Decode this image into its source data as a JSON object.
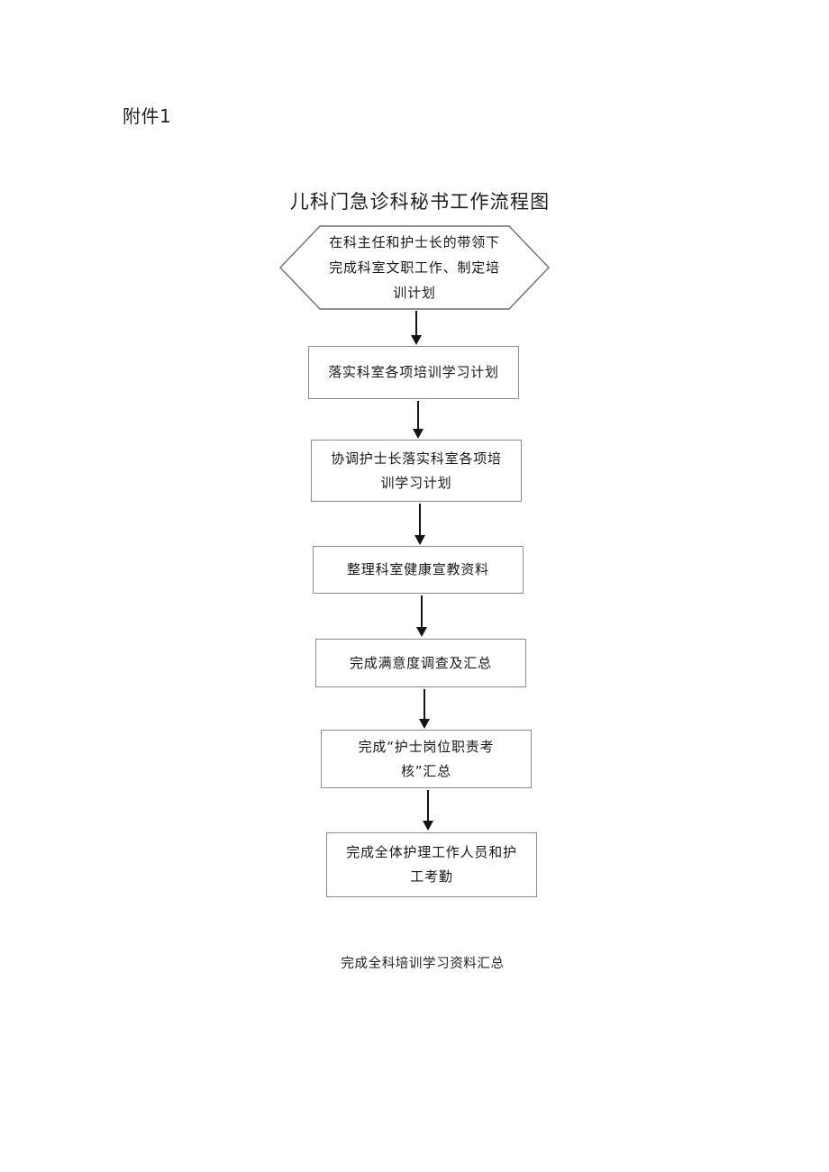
{
  "document": {
    "attachment_label": "附件1",
    "title": "儿科门急诊科秘书工作流程图",
    "footer_note": "完成全科培训学习资料汇总"
  },
  "theme": {
    "page_background": "#ffffff",
    "text_color": "#181818",
    "node_border_color": "#8b8b8b",
    "connector_color": "#141414"
  },
  "flowchart": {
    "type": "flowchart",
    "orientation": "vertical-top-down",
    "nodes": [
      {
        "id": "n1",
        "shape": "hexagon",
        "text": "在科主任和护士长的带领下完成科室文职工作、制定培训计划"
      },
      {
        "id": "n2",
        "shape": "rectangle",
        "text": "落实科室各项培训学习计划"
      },
      {
        "id": "n3",
        "shape": "rectangle",
        "text": "协调护士长落实科室各项培训学习计划"
      },
      {
        "id": "n4",
        "shape": "rectangle",
        "text": "整理科室健康宣教资料"
      },
      {
        "id": "n5",
        "shape": "rectangle",
        "text": "完成满意度调查及汇总"
      },
      {
        "id": "n6",
        "shape": "rectangle",
        "text": "完成“护士岗位职责考核”汇总"
      },
      {
        "id": "n7",
        "shape": "rectangle",
        "text": "完成全体护理工作人员和护工考勤"
      }
    ],
    "edges": [
      {
        "from": "n1",
        "to": "n2",
        "style": "arrow-down"
      },
      {
        "from": "n2",
        "to": "n3",
        "style": "arrow-down"
      },
      {
        "from": "n3",
        "to": "n4",
        "style": "arrow-down"
      },
      {
        "from": "n4",
        "to": "n5",
        "style": "arrow-down"
      },
      {
        "from": "n5",
        "to": "n6",
        "style": "arrow-down"
      },
      {
        "from": "n6",
        "to": "n7",
        "style": "arrow-down"
      }
    ]
  }
}
